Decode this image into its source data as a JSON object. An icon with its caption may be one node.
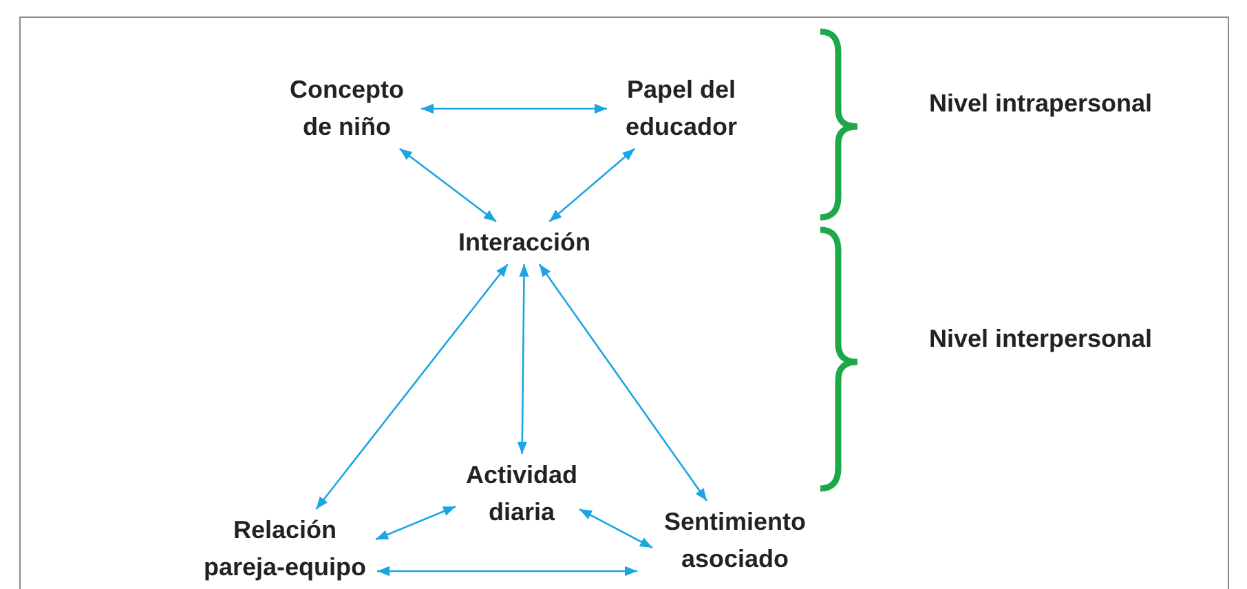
{
  "diagram": {
    "nodes": [
      {
        "text": [
          "Concepto de niño"
        ]
      },
      {
        "text": [
          "Papel del educador"
        ]
      },
      {
        "text": [
          "Interacción"
        ]
      },
      {
        "text": [
          "Actividad diaria"
        ]
      },
      {
        "text": [
          "Relación pareja-equipo"
        ]
      },
      {
        "text": [
          "Sentimiento asociado"
        ]
      }
    ],
    "edges": [
      {
        "from": 0,
        "to": 1,
        "arrow": "both"
      },
      {
        "from": 0,
        "to": 2,
        "arrow": "both"
      },
      {
        "from": 1,
        "to": 2,
        "arrow": "both"
      },
      {
        "from": 2,
        "to": 3,
        "arrow": "both"
      },
      {
        "from": 2,
        "to": 4,
        "arrow": "both"
      },
      {
        "from": 2,
        "to": 5,
        "arrow": "both"
      },
      {
        "from": 4,
        "to": 3,
        "arrow": "both"
      },
      {
        "from": 3,
        "to": 5,
        "arrow": "both"
      },
      {
        "from": 4,
        "to": 5,
        "arrow": "both"
      }
    ],
    "labels": [
      "Nivel intrapersonal",
      "Nivel interpersonal"
    ]
  }
}
